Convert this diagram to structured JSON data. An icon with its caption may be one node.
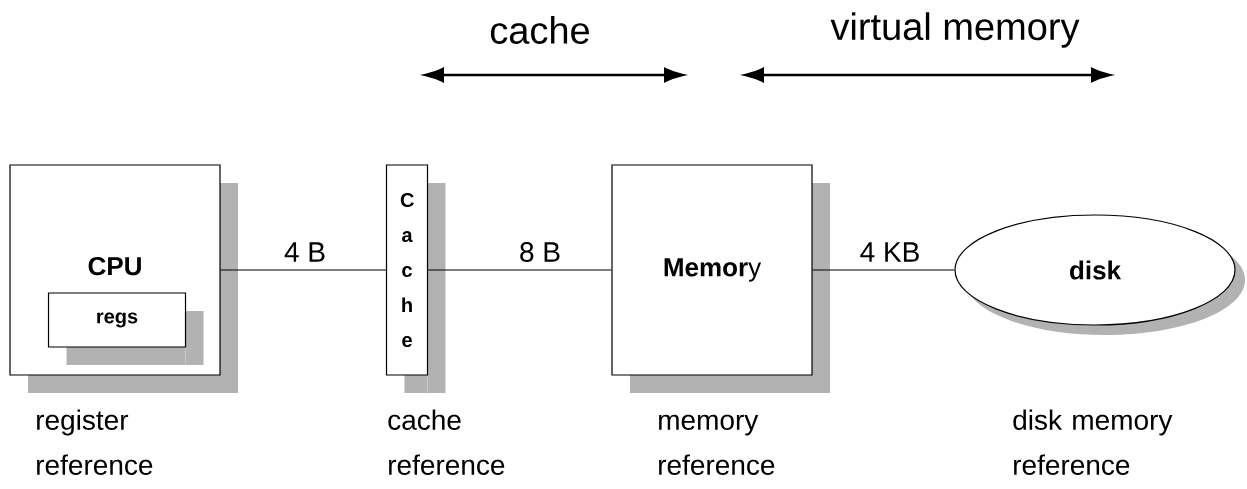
{
  "diagram": {
    "nodes": [
      {
        "text": [
          "CPU"
        ],
        "beside": [
          "register reference"
        ]
      },
      {
        "text": [
          "regs"
        ],
        "in": 0
      },
      {
        "text": [
          "Cache"
        ],
        "beside": [
          "cache reference"
        ]
      },
      {
        "text": [
          "**Memor**y"
        ],
        "beside": [
          "memory reference"
        ]
      },
      {
        "text": [
          "disk"
        ],
        "beside": [
          "disk memory reference"
        ]
      }
    ],
    "edges": [
      {
        "from": 0,
        "to": 2,
        "arrow": "none",
        "label": "4 B"
      },
      {
        "from": 2,
        "to": 3,
        "arrow": "none",
        "label": "8 B"
      },
      {
        "from": 3,
        "to": 4,
        "arrow": "none",
        "label": "4 KB"
      }
    ],
    "labels": [
      "cache",
      "virtual memory"
    ]
  }
}
